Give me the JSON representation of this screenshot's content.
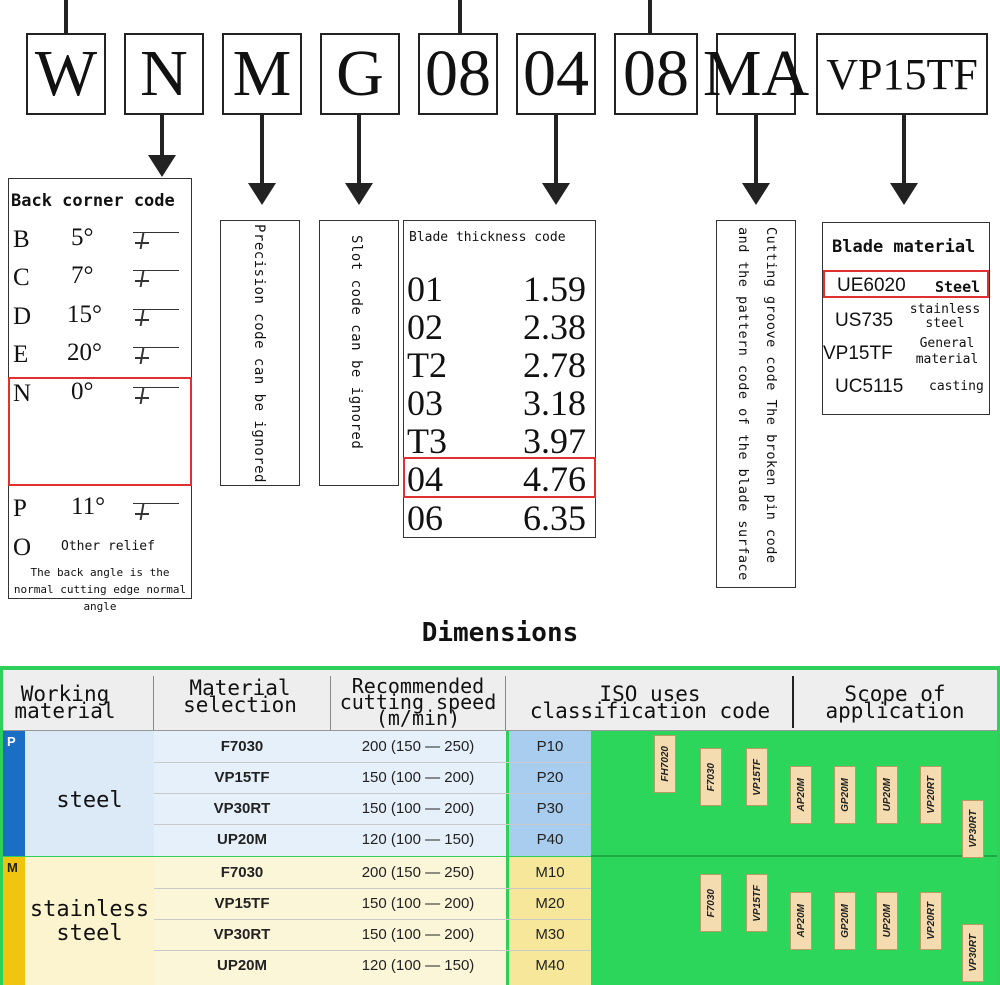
{
  "code_boxes": [
    {
      "text": "W"
    },
    {
      "text": "N"
    },
    {
      "text": "M"
    },
    {
      "text": "G"
    },
    {
      "text": "08"
    },
    {
      "text": "04"
    },
    {
      "text": "08"
    },
    {
      "text": "MA"
    },
    {
      "text": "VP15TF"
    }
  ],
  "back_corner": {
    "title": "Back corner code",
    "rows": [
      {
        "code": "B",
        "angle": "5°"
      },
      {
        "code": "C",
        "angle": "7°"
      },
      {
        "code": "D",
        "angle": "15°"
      },
      {
        "code": "E",
        "angle": "20°"
      },
      {
        "code": "N",
        "angle": "0°"
      },
      {
        "code": "P",
        "angle": "11°"
      },
      {
        "code": "O",
        "angle": "Other relief"
      }
    ],
    "note": "The back angle is the normal cutting edge normal angle"
  },
  "precision": {
    "text": "Precision code can be ignored"
  },
  "slot": {
    "text": "Slot code can be ignored"
  },
  "thickness": {
    "title": "Blade thickness code",
    "rows": [
      {
        "code": "01",
        "value": "1.59"
      },
      {
        "code": "02",
        "value": "2.38"
      },
      {
        "code": "T2",
        "value": "2.78"
      },
      {
        "code": "03",
        "value": "3.18"
      },
      {
        "code": "T3",
        "value": "3.97"
      },
      {
        "code": "04",
        "value": "4.76"
      },
      {
        "code": "06",
        "value": "6.35"
      }
    ]
  },
  "groove": {
    "text": "Cutting groove code The broken pin code and the pattern code of the blade surface"
  },
  "material": {
    "title": "Blade material",
    "rows": [
      {
        "grade": "UE6020",
        "use": "Steel"
      },
      {
        "grade": "US735",
        "use": "stainless steel"
      },
      {
        "grade": "VP15TF",
        "use": "General material"
      },
      {
        "grade": "UC5115",
        "use": "casting"
      }
    ]
  },
  "dimensions_title": "Dimensions",
  "table": {
    "headers": {
      "working": "Working material",
      "selection": "Material selection",
      "speed": "Recommended cutting speed (m/min)",
      "iso": "ISO uses classification code",
      "scope": "Scope of application"
    },
    "groups": [
      {
        "letter": "P",
        "name": "steel",
        "color": "#1a6fc4",
        "rows": [
          {
            "grade": "F7030",
            "speed": "200 (150 — 250)",
            "iso": "P10"
          },
          {
            "grade": "VP15TF",
            "speed": "150 (100 — 200)",
            "iso": "P20"
          },
          {
            "grade": "VP30RT",
            "speed": "150 (100 — 200)",
            "iso": "P30"
          },
          {
            "grade": "UP20M",
            "speed": "120 (100 — 150)",
            "iso": "P40"
          }
        ],
        "tags": [
          "FH7020",
          "F7030",
          "VP15TF",
          "AP20M",
          "GP20M",
          "UP20M",
          "VP20RT",
          "VP30RT"
        ]
      },
      {
        "letter": "M",
        "name": "stainless steel",
        "color": "#f1c40f",
        "rows": [
          {
            "grade": "F7030",
            "speed": "200 (150 — 250)",
            "iso": "M10"
          },
          {
            "grade": "VP15TF",
            "speed": "150 (100 — 200)",
            "iso": "M20"
          },
          {
            "grade": "VP30RT",
            "speed": "150 (100 — 200)",
            "iso": "M30"
          },
          {
            "grade": "UP20M",
            "speed": "120 (100 — 150)",
            "iso": "M40"
          }
        ],
        "tags": [
          "F7030",
          "VP15TF",
          "AP20M",
          "GP20M",
          "UP20M",
          "VP20RT",
          "VP30RT"
        ]
      }
    ]
  }
}
